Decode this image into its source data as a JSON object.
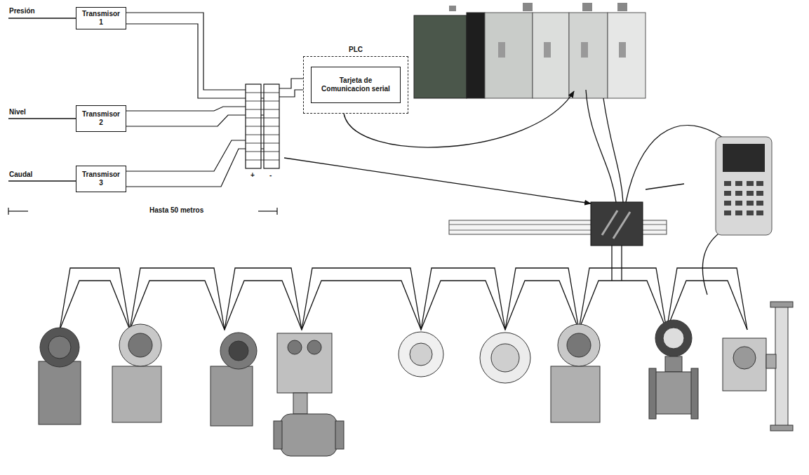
{
  "diagram": {
    "nodes": [
      {
        "text": [
          "Transmisor 1"
        ]
      },
      {
        "text": [
          "Transmisor 2"
        ]
      },
      {
        "text": [
          "Transmisor 3"
        ]
      },
      {
        "text": [
          "PLC"
        ]
      },
      {
        "text": [
          "Tarjeta de Comunicacion serial"
        ],
        "in": 3
      }
    ],
    "labels": [
      "Presión",
      "Nivel",
      "Caudal",
      "Hasta 50 metros",
      "+",
      "-"
    ]
  }
}
